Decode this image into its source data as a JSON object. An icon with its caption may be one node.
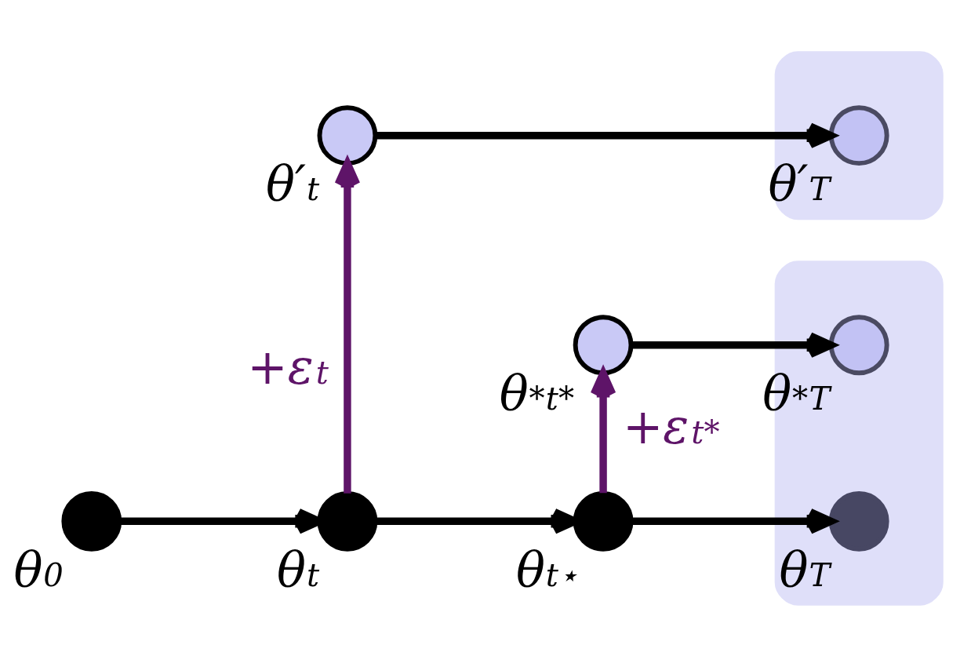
{
  "diagram": {
    "nodes": [
      {
        "text": [],
        "shape": "cloud"
      },
      {
        "text": [],
        "shape": "circle",
        "in": 0,
        "beside": [
          "θ′$_{T}$"
        ]
      },
      {
        "text": [],
        "shape": "circle",
        "beside": [
          "θ′$_{t}$"
        ]
      },
      {
        "text": [],
        "shape": "circle",
        "beside": [
          "θ$^{*}$$_{t*}$"
        ]
      },
      {
        "text": [],
        "shape": "cloud"
      },
      {
        "text": [],
        "shape": "circle",
        "in": 4,
        "beside": [
          "θ$^{*}$$_{T}$"
        ]
      },
      {
        "text": [],
        "shape": "circle",
        "beside": [
          "θ$_{0}$"
        ]
      },
      {
        "text": [],
        "shape": "circle",
        "beside": [
          "θ$_{t}$"
        ]
      },
      {
        "text": [],
        "shape": "circle",
        "beside": [
          "θ$_{t⋆}$"
        ]
      },
      {
        "text": [],
        "shape": "circle",
        "in": 4,
        "beside": [
          "θ$_{T}$"
        ]
      }
    ],
    "edges": [
      {
        "from": 6,
        "to": 7,
        "arrow": "to"
      },
      {
        "from": 7,
        "to": 8,
        "arrow": "to"
      },
      {
        "from": 8,
        "to": 9,
        "arrow": "to"
      },
      {
        "from": 7,
        "to": 2,
        "arrow": "to",
        "label": "+ε$_{t}$",
        "color": "#5e1468"
      },
      {
        "from": 8,
        "to": 3,
        "arrow": "to",
        "label": "+ε$_{t*}$",
        "color": "#5e1468"
      },
      {
        "from": 2,
        "to": 1,
        "arrow": "to"
      },
      {
        "from": 3,
        "to": 5,
        "arrow": "to"
      }
    ]
  }
}
